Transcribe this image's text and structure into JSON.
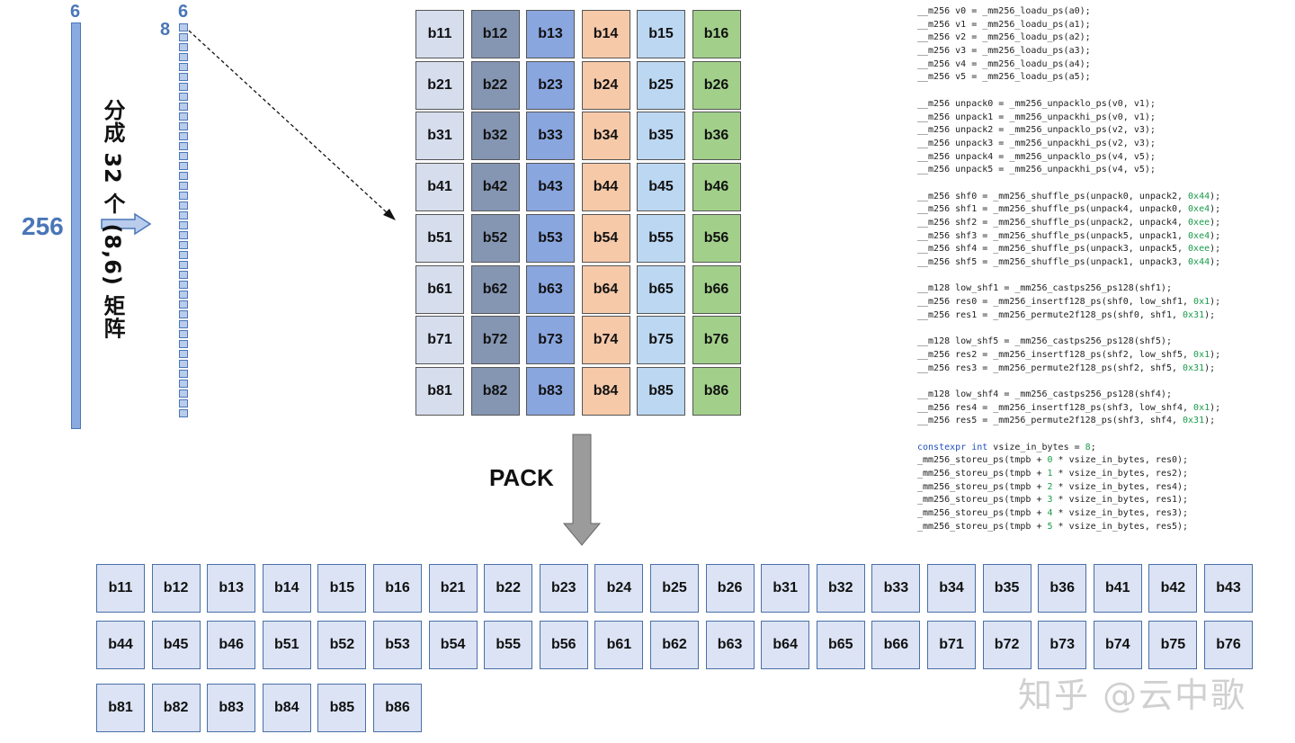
{
  "left_bar": {
    "top_label": "6",
    "side_label": "256"
  },
  "split_column": {
    "top_label": "6",
    "side_label": "8",
    "cell_count": 40
  },
  "split_text": "分成 32 个 (8,6) 矩阵",
  "matrix": {
    "rows": [
      [
        "b11",
        "b12",
        "b13",
        "b14",
        "b15",
        "b16"
      ],
      [
        "b21",
        "b22",
        "b23",
        "b24",
        "b25",
        "b26"
      ],
      [
        "b31",
        "b32",
        "b33",
        "b34",
        "b35",
        "b36"
      ],
      [
        "b41",
        "b42",
        "b43",
        "b44",
        "b45",
        "b46"
      ],
      [
        "b51",
        "b52",
        "b53",
        "b54",
        "b55",
        "b56"
      ],
      [
        "b61",
        "b62",
        "b63",
        "b64",
        "b65",
        "b66"
      ],
      [
        "b71",
        "b72",
        "b73",
        "b74",
        "b75",
        "b76"
      ],
      [
        "b81",
        "b82",
        "b83",
        "b84",
        "b85",
        "b86"
      ]
    ],
    "column_colors": [
      "#d6dded",
      "#8596b3",
      "#8aa6df",
      "#f6c9a9",
      "#bcd7f1",
      "#a2d08b"
    ]
  },
  "pack_label": "PACK",
  "code_lines": [
    "__m256 v0 = _mm256_loadu_ps(a0);",
    "__m256 v1 = _mm256_loadu_ps(a1);",
    "__m256 v2 = _mm256_loadu_ps(a2);",
    "__m256 v3 = _mm256_loadu_ps(a3);",
    "__m256 v4 = _mm256_loadu_ps(a4);",
    "__m256 v5 = _mm256_loadu_ps(a5);",
    "",
    "__m256 unpack0 = _mm256_unpacklo_ps(v0, v1);",
    "__m256 unpack1 = _mm256_unpackhi_ps(v0, v1);",
    "__m256 unpack2 = _mm256_unpacklo_ps(v2, v3);",
    "__m256 unpack3 = _mm256_unpackhi_ps(v2, v3);",
    "__m256 unpack4 = _mm256_unpacklo_ps(v4, v5);",
    "__m256 unpack5 = _mm256_unpackhi_ps(v4, v5);",
    "",
    "__m256 shf0 = _mm256_shuffle_ps(unpack0, unpack2, 0x44);",
    "__m256 shf1 = _mm256_shuffle_ps(unpack4, unpack0, 0xe4);",
    "__m256 shf2 = _mm256_shuffle_ps(unpack2, unpack4, 0xee);",
    "__m256 shf3 = _mm256_shuffle_ps(unpack5, unpack1, 0xe4);",
    "__m256 shf4 = _mm256_shuffle_ps(unpack3, unpack5, 0xee);",
    "__m256 shf5 = _mm256_shuffle_ps(unpack1, unpack3, 0x44);",
    "",
    "__m128 low_shf1 = _mm256_castps256_ps128(shf1);",
    "__m256 res0 = _mm256_insertf128_ps(shf0, low_shf1, 0x1);",
    "__m256 res1 = _mm256_permute2f128_ps(shf0, shf1, 0x31);",
    "",
    "__m128 low_shf5 = _mm256_castps256_ps128(shf5);",
    "__m256 res2 = _mm256_insertf128_ps(shf2, low_shf5, 0x1);",
    "__m256 res3 = _mm256_permute2f128_ps(shf2, shf5, 0x31);",
    "",
    "__m128 low_shf4 = _mm256_castps256_ps128(shf4);",
    "__m256 res4 = _mm256_insertf128_ps(shf3, low_shf4, 0x1);",
    "__m256 res5 = _mm256_permute2f128_ps(shf3, shf4, 0x31);",
    "",
    "constexpr int vsize_in_bytes = 8;",
    "_mm256_storeu_ps(tmpb + 0 * vsize_in_bytes, res0);",
    "_mm256_storeu_ps(tmpb + 1 * vsize_in_bytes, res2);",
    "_mm256_storeu_ps(tmpb + 2 * vsize_in_bytes, res4);",
    "_mm256_storeu_ps(tmpb + 3 * vsize_in_bytes, res1);",
    "_mm256_storeu_ps(tmpb + 4 * vsize_in_bytes, res3);",
    "_mm256_storeu_ps(tmpb + 5 * vsize_in_bytes, res5);"
  ],
  "packed_cells": [
    "b11",
    "b12",
    "b13",
    "b14",
    "b15",
    "b16",
    "b21",
    "b22",
    "b23",
    "b24",
    "b25",
    "b26",
    "b31",
    "b32",
    "b33",
    "b34",
    "b35",
    "b36",
    "b41",
    "b42",
    "b43",
    "b44",
    "b45",
    "b46",
    "b51",
    "b52",
    "b53",
    "b54",
    "b55",
    "b56",
    "b61",
    "b62",
    "b63",
    "b64",
    "b65",
    "b66",
    "b71",
    "b72",
    "b73",
    "b74",
    "b75",
    "b76",
    "b81",
    "b82",
    "b83",
    "b84",
    "b85",
    "b86"
  ],
  "packed_per_row": 21,
  "watermark": "知乎 @云中歌",
  "colors": {
    "label_blue": "#4a76b8",
    "packed_fill": "#dbe3f4",
    "arrow_gray": "#9b9b9b"
  }
}
